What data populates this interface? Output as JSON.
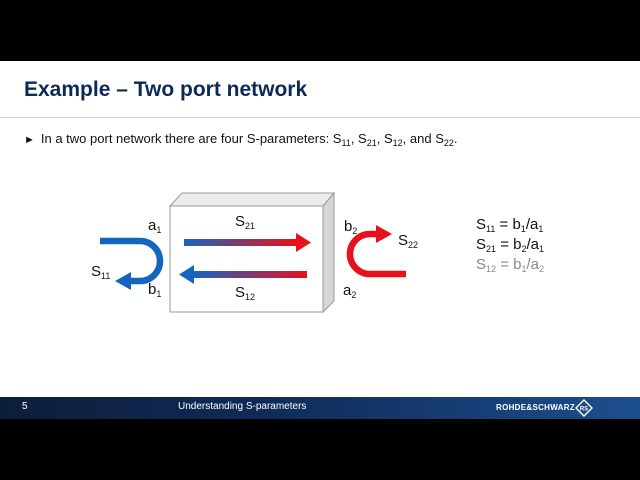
{
  "slide": {
    "title": "Example – Two port network",
    "bullet": {
      "marker": "►",
      "parts": [
        "In a two port network there are four S-parameters: S",
        "11",
        ", S",
        "21",
        ", S",
        "12",
        ", and S",
        "22",
        "."
      ]
    }
  },
  "diagram": {
    "labels": {
      "a1": {
        "main": "a",
        "sub": "1"
      },
      "b1": {
        "main": "b",
        "sub": "1"
      },
      "b2": {
        "main": "b",
        "sub": "2"
      },
      "a2": {
        "main": "a",
        "sub": "2"
      },
      "s11": {
        "main": "S",
        "sub": "11"
      },
      "s21": {
        "main": "S",
        "sub": "21"
      },
      "s12": {
        "main": "S",
        "sub": "12"
      },
      "s22": {
        "main": "S",
        "sub": "22"
      }
    },
    "colors": {
      "blue": "#1565c0",
      "red": "#e8101a",
      "box_front": "#ffffff",
      "box_side": "#d6d6d6",
      "box_top": "#ececec"
    }
  },
  "equations": [
    {
      "s": "S",
      "s_sub": "11",
      "eq": " = b",
      "n_sub": "1",
      "div": "/a",
      "d_sub": "1",
      "muted": false
    },
    {
      "s": "S",
      "s_sub": "21",
      "eq": " = b",
      "n_sub": "2",
      "div": "/a",
      "d_sub": "1",
      "muted": false
    },
    {
      "s": "S",
      "s_sub": "12",
      "eq": " = b",
      "n_sub": "1",
      "div": "/a",
      "d_sub": "2",
      "muted": true
    }
  ],
  "footer": {
    "page": "5",
    "topic": "Understanding S-parameters",
    "brand": "ROHDE&SCHWARZ",
    "logo_icon": "rs-diamond-logo-icon"
  }
}
